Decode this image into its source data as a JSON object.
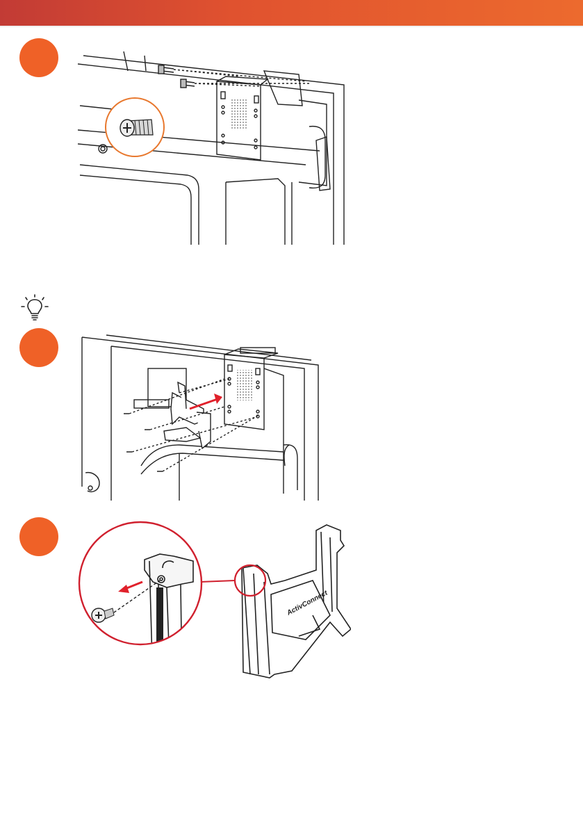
{
  "colors": {
    "header_start": "#c23b35",
    "header_end": "#ec6a2e",
    "step_circle": "#ef6127",
    "callout_orange": "#e8782e",
    "callout_red": "#d0202e",
    "arrow_red": "#e0212b",
    "line": "#222222"
  },
  "steps": [
    {
      "icon": "orange-circle-marker"
    },
    {
      "icon": "orange-circle-marker"
    },
    {
      "icon": "orange-circle-marker"
    }
  ],
  "tip": {
    "icon": "lightbulb-icon"
  },
  "bracket": {
    "brand_text": "ActivConnect"
  }
}
